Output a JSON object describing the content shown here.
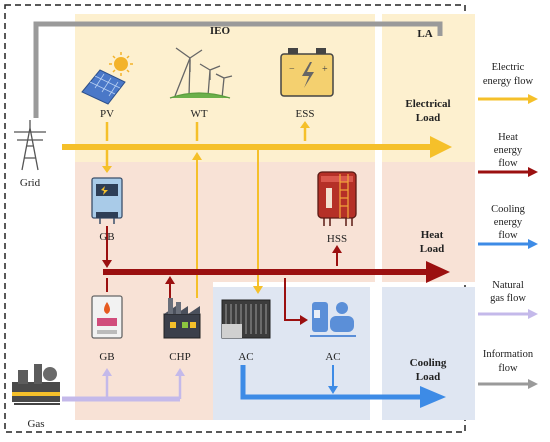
{
  "regions": {
    "ieo": "IEO",
    "la": "LA"
  },
  "components": {
    "grid": "Grid",
    "gas": "Gas",
    "pv": "PV",
    "wt": "WT",
    "ess": "ESS",
    "gb_top": "GB",
    "gb_bottom": "GB",
    "chp": "CHP",
    "hss": "HSS",
    "ac_left": "AC",
    "ac_right": "AC"
  },
  "loads": {
    "electrical": [
      "Electrical",
      "Load"
    ],
    "heat": [
      "Heat",
      "Load"
    ],
    "cooling": [
      "Cooling",
      "Load"
    ]
  },
  "legend": [
    {
      "lines": [
        "Electric",
        "energy flow"
      ],
      "color": "#f5c02a"
    },
    {
      "lines": [
        "Heat",
        "energy",
        "flow"
      ],
      "color": "#9b1010"
    },
    {
      "lines": [
        "Cooling",
        "energy",
        "flow"
      ],
      "color": "#3d8be6"
    },
    {
      "lines": [
        "Natural",
        "gas flow"
      ],
      "color": "#c4b9ea"
    },
    {
      "lines": [
        "Information",
        "flow"
      ],
      "color": "#9a9a9a"
    }
  ],
  "colors": {
    "electric": "#f5c02a",
    "heat": "#9b1010",
    "cooling": "#3d8be6",
    "gas": "#c4b9ea",
    "info": "#9a9a9a"
  }
}
